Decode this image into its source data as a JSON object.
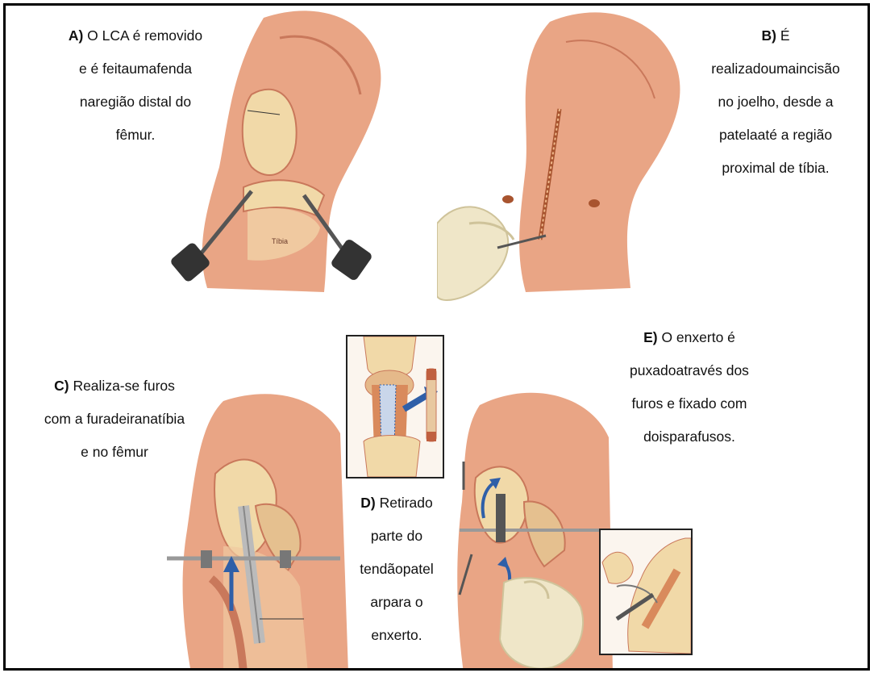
{
  "captions": {
    "a": {
      "letter": "A)",
      "lines": [
        " O LCA é removido",
        "e é feitaumafenda",
        "naregião distal do",
        "fêmur."
      ]
    },
    "b": {
      "letter": "B)",
      "lines": [
        " É",
        "realizadoumaincisão",
        "no joelho, desde a",
        "patelaaté a região",
        "proximal de tíbia."
      ]
    },
    "c": {
      "letter": "C)",
      "lines": [
        " Realiza-se furos",
        "com a furadeiranatíbia",
        "e no fêmur"
      ]
    },
    "d": {
      "letter": "D)",
      "lines": [
        " Retirado",
        "parte do",
        "tendãopatel",
        "arpara o",
        "enxerto."
      ]
    },
    "e": {
      "letter": "E)",
      "lines": [
        " O enxerto é",
        "puxadoatravés dos",
        "furos e fixado com",
        "doisparafusos."
      ]
    }
  },
  "illustration_labels": {
    "tibia": "Tíbia"
  },
  "colors": {
    "skin": "#e9a585",
    "skin_dark": "#c9785b",
    "bone": "#f1d9a8",
    "tendon": "#d98a5c",
    "arrow": "#2f5fa8",
    "glove": "#efe6c8",
    "frame": "#000000"
  }
}
